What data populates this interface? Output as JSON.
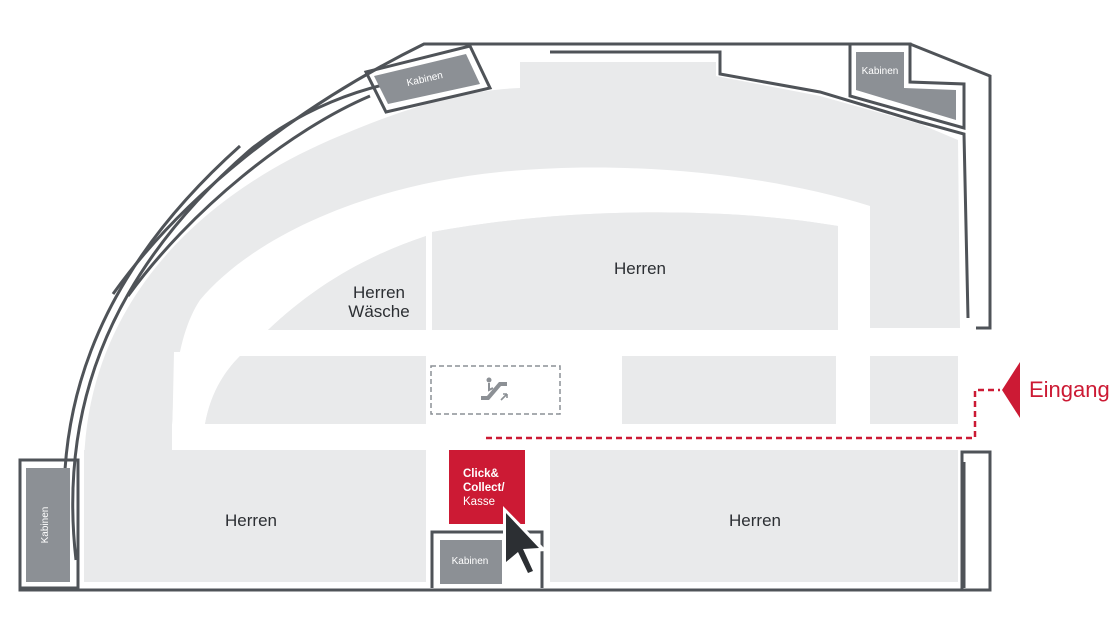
{
  "map": {
    "areas": {
      "herren_top": "Herren",
      "herren_waesche_line1": "Herren",
      "herren_waesche_line2": "Wäsche",
      "herren_bottom_left": "Herren",
      "herren_bottom_right": "Herren"
    },
    "cabins": {
      "top_left": "Kabinen",
      "top_right": "Kabinen",
      "left": "Kabinen",
      "bottom_center": "Kabinen"
    },
    "click_collect": {
      "line1": "Click&",
      "line2": "Collect/",
      "line3": "Kasse"
    },
    "entrance": {
      "label": "Eingang"
    },
    "icons": {
      "escalator": "escalator-icon",
      "pointer": "cursor-pointer-icon",
      "entrance_arrow": "arrow-left-icon"
    },
    "colors": {
      "accent": "#cc1a34",
      "area": "#e9eaeb",
      "cabin": "#8c9095",
      "wall": "#4f5358"
    }
  }
}
